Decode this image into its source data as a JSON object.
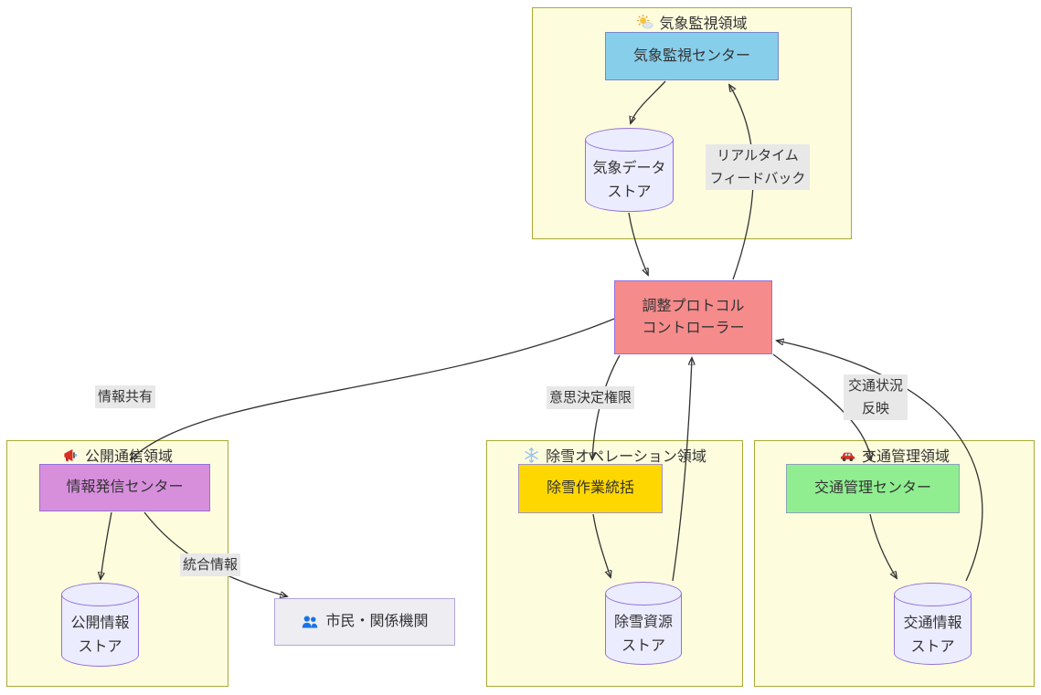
{
  "domains": {
    "weather": {
      "title": "気象監視領域",
      "icon": "sun-behind-cloud-icon"
    },
    "public": {
      "title": "公開通信領域",
      "icon": "megaphone-icon"
    },
    "snow": {
      "title": "除雪オペレーション領域",
      "icon": "snowflake-icon"
    },
    "traffic": {
      "title": "交通管理領域",
      "icon": "car-icon"
    }
  },
  "nodes": {
    "weather_center": {
      "label": "気象監視センター"
    },
    "weather_store": {
      "label": "気象データ\nストア"
    },
    "controller": {
      "label": "調整プロトコル\nコントローラー"
    },
    "info_center": {
      "label": "情報発信センター"
    },
    "public_store": {
      "label": "公開情報\nストア"
    },
    "citizens": {
      "label": "市民・関係機関",
      "icon": "people-icon"
    },
    "snow_command": {
      "label": "除雪作業統括"
    },
    "snow_store": {
      "label": "除雪資源\nストア"
    },
    "traffic_center": {
      "label": "交通管理センター"
    },
    "traffic_store": {
      "label": "交通情報\nストア"
    }
  },
  "edge_labels": {
    "realtime_feedback": "リアルタイム\nフィードバック",
    "info_sharing": "情報共有",
    "decision_authority": "意思決定権限",
    "traffic_status": "交通状況\n反映",
    "integrated_info": "統合情報"
  },
  "edges": [
    {
      "from": "気象監視センター",
      "to": "気象データストア",
      "label": ""
    },
    {
      "from": "気象データストア",
      "to": "調整プロトコルコントローラー",
      "label": ""
    },
    {
      "from": "調整プロトコルコントローラー",
      "to": "気象監視センター",
      "label": "リアルタイムフィードバック"
    },
    {
      "from": "調整プロトコルコントローラー",
      "to": "情報発信センター",
      "label": "情報共有"
    },
    {
      "from": "情報発信センター",
      "to": "公開情報ストア",
      "label": ""
    },
    {
      "from": "情報発信センター",
      "to": "市民・関係機関",
      "label": "統合情報"
    },
    {
      "from": "調整プロトコルコントローラー",
      "to": "除雪作業統括",
      "label": "意思決定権限"
    },
    {
      "from": "除雪作業統括",
      "to": "除雪資源ストア",
      "label": ""
    },
    {
      "from": "除雪資源ストア",
      "to": "調整プロトコルコントローラー",
      "label": ""
    },
    {
      "from": "調整プロトコルコントローラー",
      "to": "交通管理センター",
      "label": "交通状況反映"
    },
    {
      "from": "交通管理センター",
      "to": "交通情報ストア",
      "label": ""
    },
    {
      "from": "交通情報ストア",
      "to": "調整プロトコルコントローラー",
      "label": ""
    }
  ],
  "colors": {
    "domain_fill": "#fdfdde",
    "domain_border": "#aaaa33",
    "weather_center_fill": "#87CEEB",
    "controller_fill": "#f58b8b",
    "info_center_fill": "#d78fdc",
    "snow_command_fill": "#FFD700",
    "traffic_center_fill": "#90EE90",
    "citizens_fill": "#ededf2",
    "store_fill": "#ECECFF",
    "store_border": "#9370DB",
    "edge_label_bg": "#e8e8e8",
    "arrow": "#333333"
  }
}
